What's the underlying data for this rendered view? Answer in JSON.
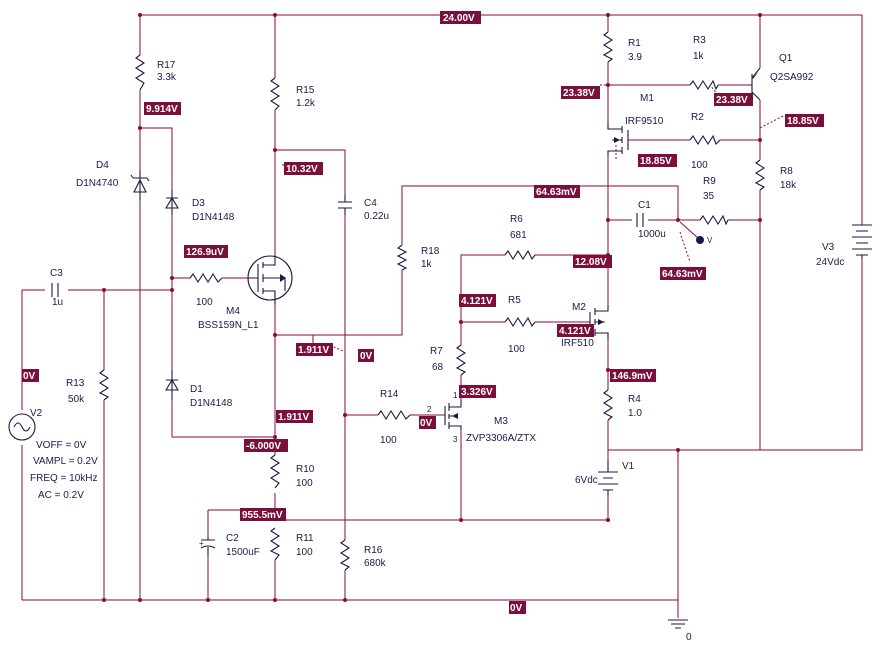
{
  "components": {
    "R17": {
      "ref": "R17",
      "value": "3.3k"
    },
    "D4": {
      "ref": "D4",
      "value": "D1N4740"
    },
    "D3": {
      "ref": "D3",
      "value": "D1N4148"
    },
    "D1": {
      "ref": "D1",
      "value": "D1N4148"
    },
    "R15": {
      "ref": "R15",
      "value": "1.2k"
    },
    "C4": {
      "ref": "C4",
      "value": "0.22u"
    },
    "R18": {
      "ref": "R18",
      "value": "1k"
    },
    "C3": {
      "ref": "C3",
      "value": "1u"
    },
    "R13": {
      "ref": "R13",
      "value": "50k"
    },
    "M4": {
      "ref": "M4",
      "value": "BSS159N_L1",
      "rg": "100"
    },
    "V2": {
      "ref": "V2",
      "voff": "VOFF = 0V",
      "vampl": "VAMPL = 0.2V",
      "freq": "FREQ = 10kHz",
      "ac": "AC = 0.2V"
    },
    "R14": {
      "ref": "R14",
      "value": "100"
    },
    "M3": {
      "ref": "M3",
      "value": "ZVP3306A/ZTX",
      "pin1": "1",
      "pin2": "2",
      "pin3": "3"
    },
    "R10": {
      "ref": "R10",
      "value": "100"
    },
    "R11": {
      "ref": "R11",
      "value": "100"
    },
    "C2": {
      "ref": "C2",
      "value": "1500uF"
    },
    "R16": {
      "ref": "R16",
      "value": "680k"
    },
    "R7": {
      "ref": "R7",
      "value": "68"
    },
    "R6": {
      "ref": "R6",
      "value": "681"
    },
    "R5": {
      "ref": "R5",
      "value": "100"
    },
    "M2": {
      "ref": "M2",
      "value": "IRF510"
    },
    "R4": {
      "ref": "R4",
      "value": "1.0"
    },
    "V1": {
      "ref": "V1",
      "value": "6Vdc"
    },
    "R1": {
      "ref": "R1",
      "value": "3.9"
    },
    "R3": {
      "ref": "R3",
      "value": "1k"
    },
    "Q1": {
      "ref": "Q1",
      "value": "Q2SA992"
    },
    "M1": {
      "ref": "M1",
      "value": "IRF9510"
    },
    "R2": {
      "ref": "R2",
      "value": "100"
    },
    "R9": {
      "ref": "R9",
      "value": "35"
    },
    "R8": {
      "ref": "R8",
      "value": "18k"
    },
    "C1": {
      "ref": "C1",
      "value": "1000u"
    },
    "V3": {
      "ref": "V3",
      "value": "24Vdc"
    }
  },
  "ground_label": "0",
  "probe_label": "V",
  "voltages": {
    "top_rail": "24.00V",
    "d3_anode": "9.914V",
    "m4_drain": "10.32V",
    "m4_gate": "126.9uV",
    "m4_source": "1.911V",
    "r16_node": "0V",
    "v2_out": "0V",
    "m4_source2": "1.911V",
    "neg_rail": "-6.000V",
    "r10_r11": "955.5mV",
    "r1_node": "23.38V",
    "q1_base": "23.38V",
    "m1_gate": "18.85V",
    "q1_collector": "18.85V",
    "output_line": "64.63mV",
    "r9_node": "64.63mV",
    "m2_drain": "12.08V",
    "r7_top": "4.121V",
    "m2_gate": "4.121V",
    "m3_source": "3.326V",
    "m3_gate": "0V",
    "m2_source": "146.9mV",
    "ground_bus": "0V"
  }
}
